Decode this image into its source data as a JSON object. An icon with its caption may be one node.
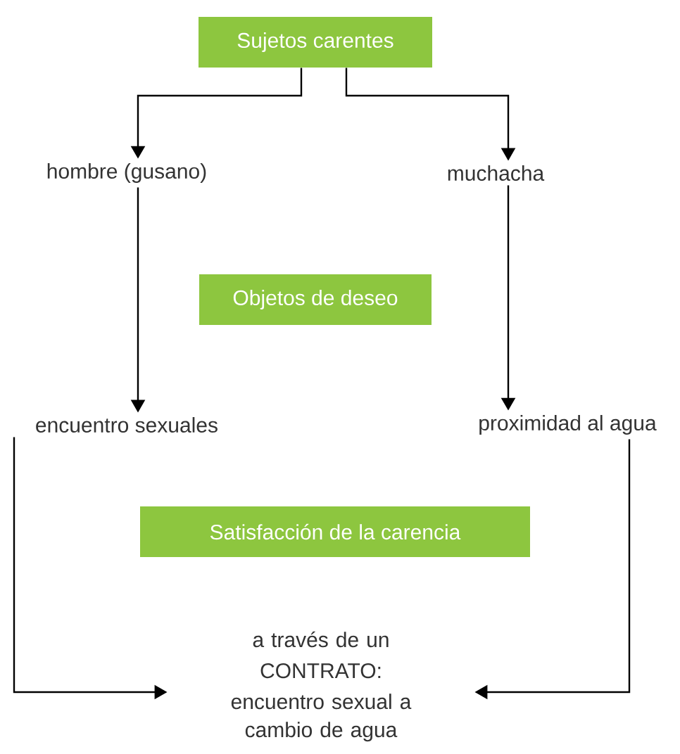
{
  "diagram": {
    "nodes": [
      {
        "text": [
          "Sujetos carentes"
        ]
      },
      {
        "text": [
          "hombre (gusano)"
        ]
      },
      {
        "text": [
          "muchacha"
        ]
      },
      {
        "text": [
          "Objetos de deseo"
        ]
      },
      {
        "text": [
          "encuentro sexuales"
        ]
      },
      {
        "text": [
          "proximidad al agua"
        ]
      },
      {
        "text": [
          "Satisfacción de la carencia"
        ]
      },
      {
        "text": [
          "a través de un",
          "CONTRATO:",
          "encuentro sexual a cambio de agua"
        ]
      }
    ],
    "edges": [
      {
        "from": 0,
        "to": 1,
        "arrow": "to"
      },
      {
        "from": 0,
        "to": 2,
        "arrow": "to"
      },
      {
        "from": 1,
        "to": 4,
        "arrow": "to"
      },
      {
        "from": 2,
        "to": 5,
        "arrow": "to"
      },
      {
        "from": 4,
        "to": 7,
        "arrow": "to"
      },
      {
        "from": 5,
        "to": 7,
        "arrow": "to"
      }
    ]
  }
}
